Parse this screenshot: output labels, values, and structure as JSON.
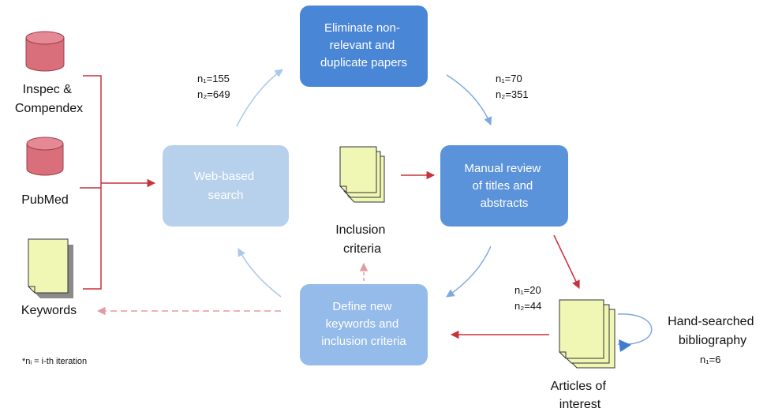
{
  "sources": {
    "inspec": [
      "Inspec &",
      "Compendex"
    ],
    "pubmed": "PubMed",
    "keywords": "Keywords"
  },
  "nodes": {
    "web_search": [
      "Web-based",
      "search"
    ],
    "eliminate": [
      "Eliminate non-",
      "relevant and",
      "duplicate papers"
    ],
    "manual_review": [
      "Manual review",
      "of titles and",
      "abstracts"
    ],
    "define_new": [
      "Define new",
      "keywords and",
      "inclusion criteria"
    ]
  },
  "inclusion_criteria": [
    "Inclusion",
    "criteria"
  ],
  "articles": [
    "Articles of",
    "interest"
  ],
  "hand_searched": [
    "Hand-searched",
    "bibliography"
  ],
  "counts": {
    "search_to_eliminate": {
      "n1": "n₁=155",
      "n2": "n₂=649"
    },
    "eliminate_to_review": {
      "n1": "n₁=70",
      "n2": "n₂=351"
    },
    "review_to_articles": {
      "n1": "n₁=20",
      "n2": "n₂=44"
    },
    "hand_searched": "n₁=6"
  },
  "footnote": "*nᵢ = i-th iteration",
  "colors": {
    "web_search_box": "#b7d0ec",
    "eliminate_box": "#4a86d6",
    "manual_review_box": "#5b93da",
    "define_new_box": "#94bbea",
    "database": "#d96f7b",
    "document": "#f0f7b4",
    "red_arrow": "#c8323a",
    "blue_arrow": "#7fa9de",
    "light_blue_arrow": "#a9c8ec"
  }
}
